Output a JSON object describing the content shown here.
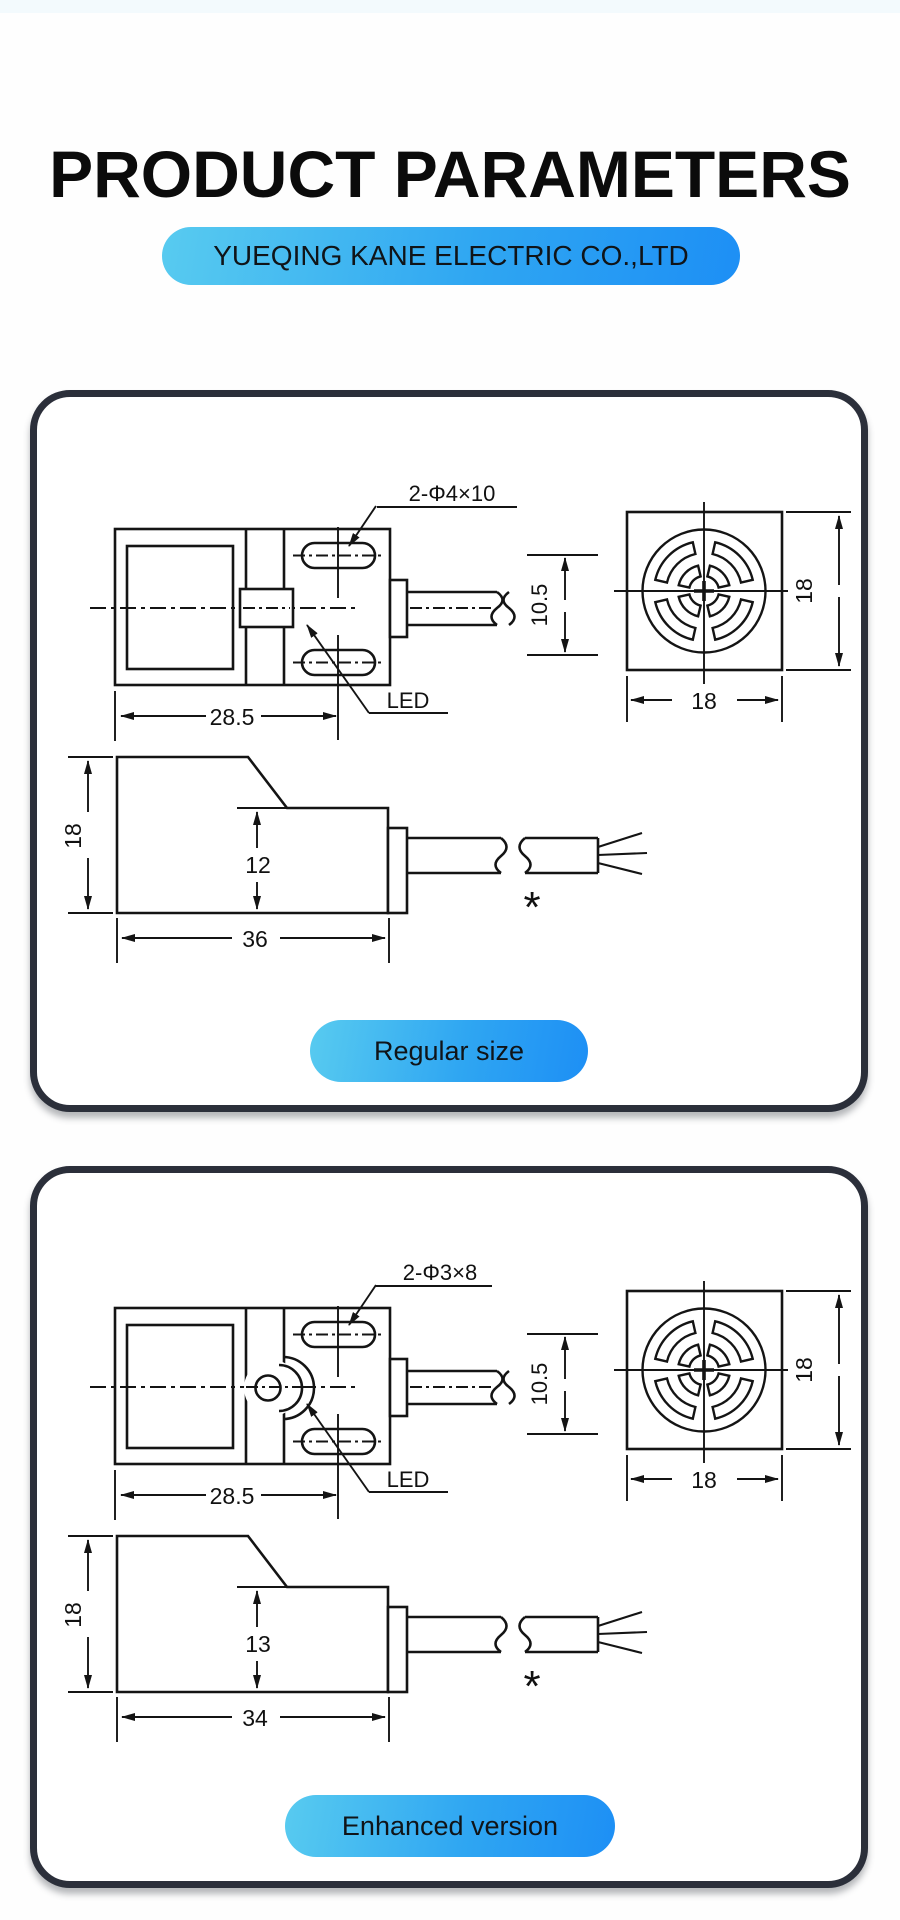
{
  "header": {
    "title": "PRODUCT PARAMETERS",
    "company": "YUEQING KANE ELECTRIC CO.,LTD"
  },
  "panels": [
    {
      "badge": "Regular size",
      "top_view": {
        "hole_label": "2-Φ4×10",
        "led_label": "LED",
        "body_width": "28.5",
        "cable_offset": "10.5"
      },
      "front_view": {
        "height": "18",
        "width": "18"
      },
      "side_view": {
        "height": "18",
        "step": "12",
        "length": "36",
        "asterisk": "*"
      }
    },
    {
      "badge": "Enhanced version",
      "top_view": {
        "hole_label": "2-Φ3×8",
        "led_label": "LED",
        "body_width": "28.5",
        "cable_offset": "10.5"
      },
      "front_view": {
        "height": "18",
        "width": "18"
      },
      "side_view": {
        "height": "18",
        "step": "13",
        "length": "34",
        "asterisk": "*"
      }
    }
  ],
  "colors": {
    "accent_gradient_start": "#58cbf0",
    "accent_gradient_end": "#1d8ff5",
    "panel_border": "#2b2f3a",
    "line": "#141414"
  }
}
